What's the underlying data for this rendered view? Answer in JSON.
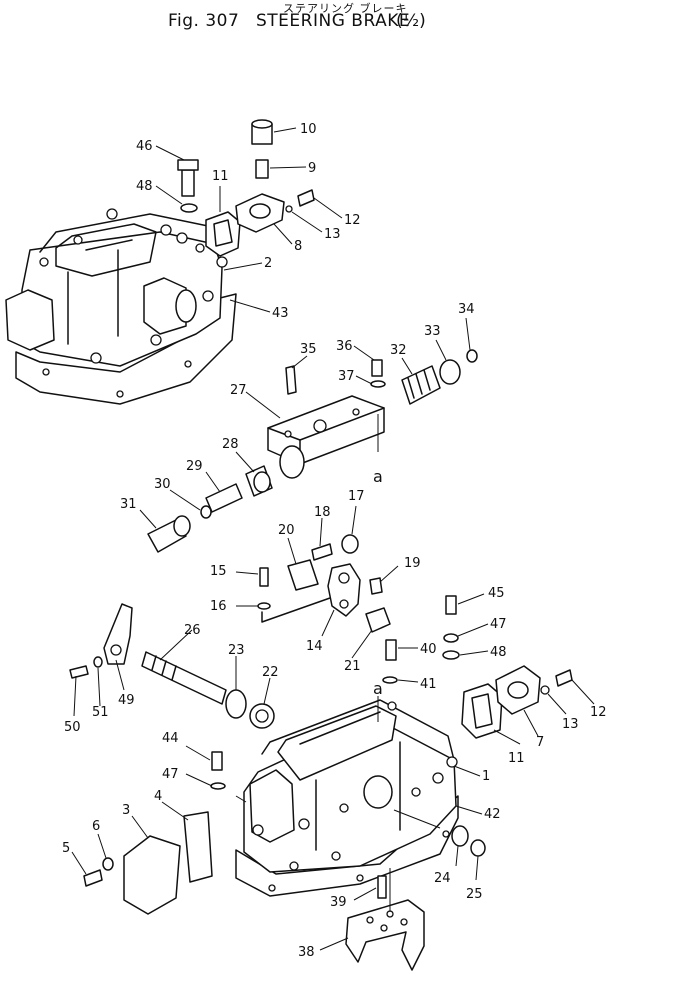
{
  "header": {
    "subtitle_jp": "ステアリング ブレーキ",
    "figure_no": "Fig. 307",
    "title": "STEERING BRAKE",
    "fraction": "(½)"
  },
  "callouts": {
    "c1": "1",
    "c2": "2",
    "c3": "3",
    "c4": "4",
    "c5": "5",
    "c6": "6",
    "c7": "7",
    "c8": "8",
    "c9": "9",
    "c10": "10",
    "c11a": "11",
    "c11b": "11",
    "c12a": "12",
    "c12b": "12",
    "c13a": "13",
    "c13b": "13",
    "c14": "14",
    "c15": "15",
    "c16": "16",
    "c17": "17",
    "c18": "18",
    "c19": "19",
    "c20": "20",
    "c21": "21",
    "c22": "22",
    "c23": "23",
    "c24": "24",
    "c25": "25",
    "c26": "26",
    "c27": "27",
    "c28": "28",
    "c29": "29",
    "c30": "30",
    "c31": "31",
    "c32": "32",
    "c33": "33",
    "c34": "34",
    "c35": "35",
    "c36": "36",
    "c37": "37",
    "c38": "38",
    "c39": "39",
    "c40": "40",
    "c41": "41",
    "c42": "42",
    "c43": "43",
    "c44": "44",
    "c45": "45",
    "c46": "46",
    "c47a": "47",
    "c47b": "47",
    "c48a": "48",
    "c48b": "48",
    "c49": "49",
    "c50": "50",
    "c51": "51"
  },
  "reference_marks": {
    "upper": "a",
    "lower": "a"
  }
}
